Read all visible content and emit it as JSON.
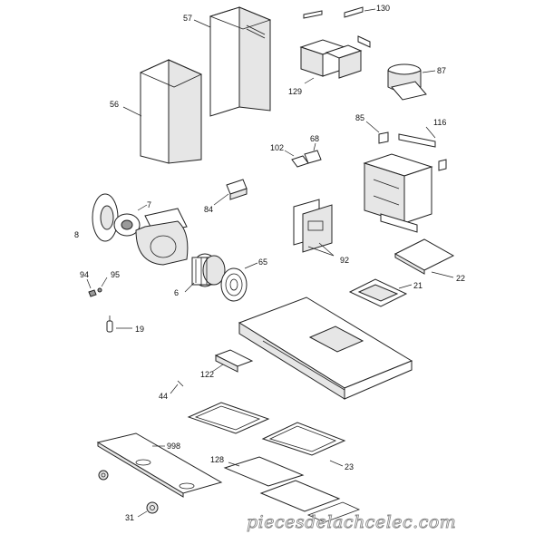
{
  "labels": {
    "l1": "57",
    "l2": "130",
    "l3": "56",
    "l4": "129",
    "l5": "87",
    "l6": "85",
    "l7": "116",
    "l8": "102",
    "l9": "68",
    "l10": "7",
    "l11": "84",
    "l12": "8",
    "l13": "92",
    "l14": "65",
    "l15": "94",
    "l16": "95",
    "l17": "6",
    "l18": "22",
    "l19": "21",
    "l20": "19",
    "l21": "122",
    "l22": "44",
    "l23": "998",
    "l24": "128",
    "l25": "23",
    "l26": "31"
  },
  "watermark": "piecesdelachcelec.com"
}
